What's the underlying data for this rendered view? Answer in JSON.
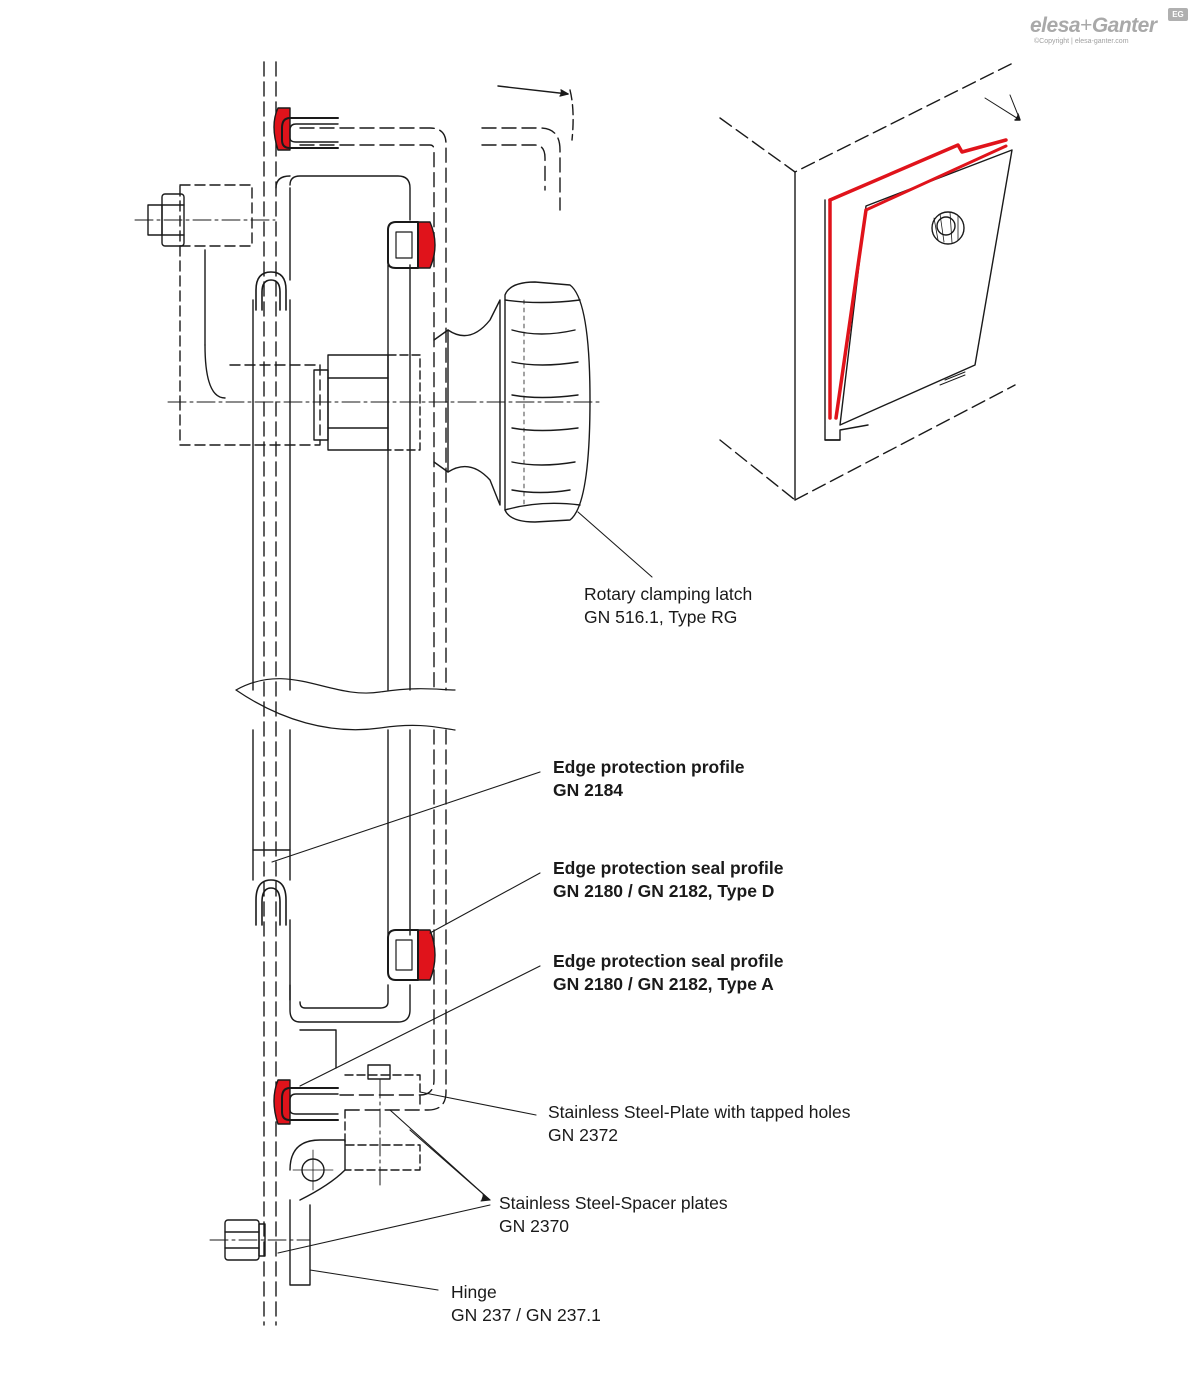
{
  "brand": {
    "logo_text": "elesa+Ganter",
    "logo_primary": "elesa",
    "logo_plus": "+",
    "logo_secondary": "Ganter",
    "copyright": "©Copyright | elesa-ganter.com",
    "badge": "EG"
  },
  "colors": {
    "line": "#1a1a1a",
    "seal": "#e0131b",
    "text": "#1a1a1a",
    "logo_grey": "#a9a9a9"
  },
  "labels": {
    "rotary_latch": {
      "line1": "Rotary clamping latch",
      "line2": "GN 516.1, Type RG"
    },
    "edge_profile": {
      "line1": "Edge protection profile",
      "line2": "GN 2184"
    },
    "seal_type_d": {
      "line1": "Edge protection seal profile",
      "line2": "GN 2180 / GN 2182, Type D"
    },
    "seal_type_a": {
      "line1": "Edge protection seal profile",
      "line2": "GN 2180 / GN 2182, Type A"
    },
    "plate": {
      "line1": "Stainless Steel-Plate with tapped holes",
      "line2": "GN 2372"
    },
    "spacer": {
      "line1": "Stainless Steel-Spacer plates",
      "line2": "GN 2370"
    },
    "hinge": {
      "line1": "Hinge",
      "line2": "GN 237 / GN 237.1"
    }
  }
}
